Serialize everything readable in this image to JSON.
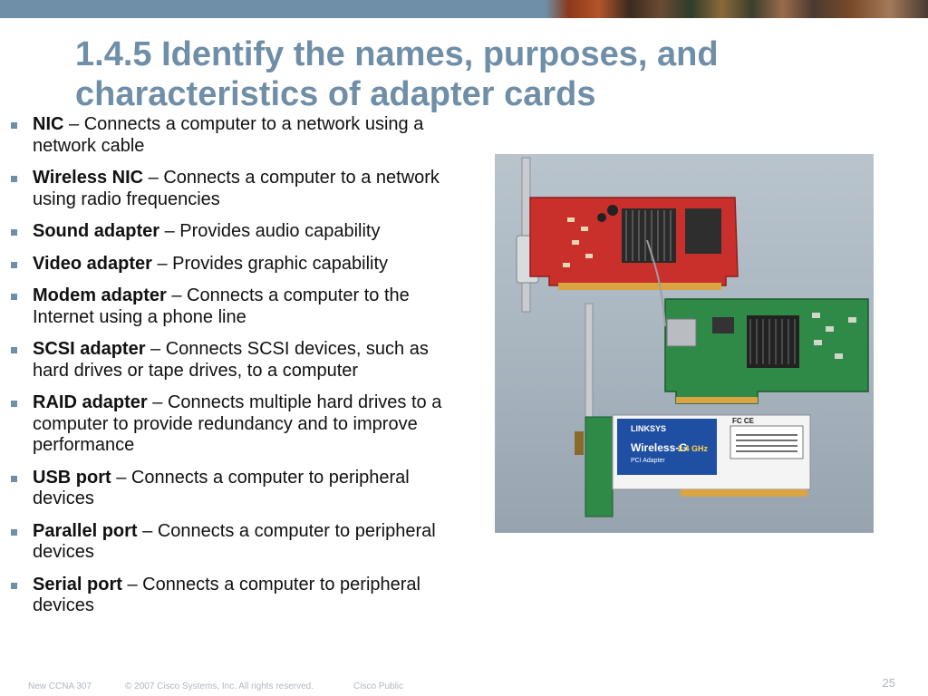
{
  "slide": {
    "title_line1": "1.4.5 Identify the names, purposes, and",
    "title_line2": "characteristics of adapter cards"
  },
  "bullets": [
    {
      "term": "NIC",
      "desc": " – Connects a computer to a network using a network cable"
    },
    {
      "term": "Wireless NIC",
      "desc": " – Connects a computer to a network using radio frequencies"
    },
    {
      "term": "Sound adapter",
      "desc": " – Provides audio capability"
    },
    {
      "term": "Video adapter",
      "desc": " – Provides graphic capability"
    },
    {
      "term": "Modem adapter",
      "desc": " – Connects a computer to the Internet using a phone line"
    },
    {
      "term": "SCSI adapter",
      "desc": " – Connects SCSI devices, such as hard drives or tape drives, to a computer"
    },
    {
      "term": "RAID adapter",
      "desc": " – Connects multiple hard drives to a computer to provide redundancy and to improve performance"
    },
    {
      "term": "USB port",
      "desc": " – Connects a computer to peripheral devices"
    },
    {
      "term": "Parallel port",
      "desc": " – Connects a computer to peripheral devices"
    },
    {
      "term": "Serial port",
      "desc": " – Connects a computer to peripheral devices"
    }
  ],
  "photo": {
    "wireless_card_label": "Wireless-G",
    "wireless_card_sub": "PCI Adapter",
    "wireless_card_band": "2.4 GHz",
    "brand_label": "LINKSYS",
    "cert_label": "FC CE"
  },
  "footer": {
    "course": "New CCNA 307",
    "copyright": "© 2007 Cisco Systems, Inc. All rights reserved.",
    "classification": "Cisco Public",
    "page_number": "25"
  },
  "colors": {
    "accent": "#6f8ea7",
    "text": "#111111",
    "footer": "#b0b8c0"
  }
}
